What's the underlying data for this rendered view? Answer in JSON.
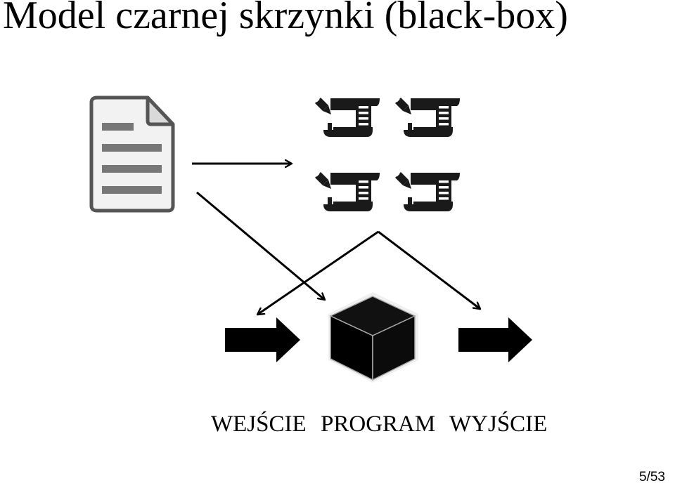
{
  "title": "Model czarnej skrzynki (black-box)",
  "labels": {
    "input": "WEJŚCIE",
    "program": "PROGRAM",
    "output": "WYJŚCIE"
  },
  "page_number": "5/53",
  "icons": {
    "source": "document-icon",
    "scripts": [
      "script-scroll-icon",
      "script-scroll-icon",
      "script-scroll-icon",
      "script-scroll-icon"
    ],
    "box": "black-box-cube-icon",
    "input_arrow": "block-arrow-right-icon",
    "output_arrow": "block-arrow-right-icon"
  }
}
